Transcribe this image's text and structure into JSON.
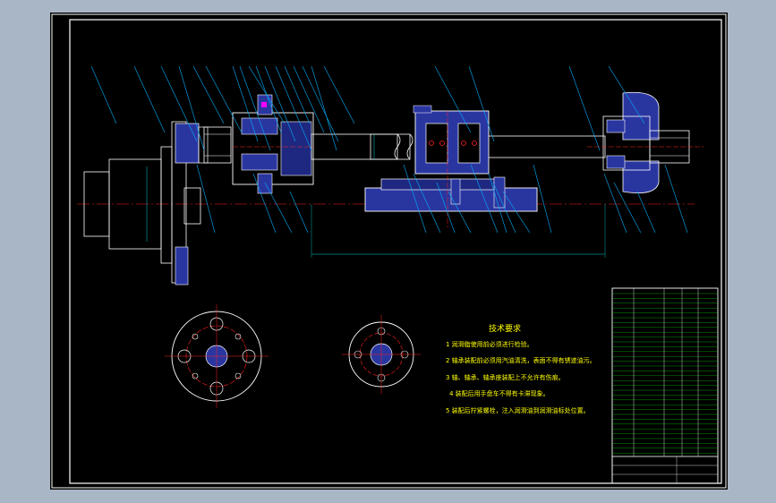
{
  "drawing": {
    "notes_title": "技术要求",
    "notes": [
      "1 润滑脂使用前必须进行检验。",
      "2 轴承装配前必须用汽油清洗，表面不得有锈迹油污。",
      "3 轴、轴承、轴承座装配上不允许有伤痕。",
      "4 装配后用手盘车不得有卡滞现象。",
      "5 装配后拧紧螺栓，注入润滑油到润滑油标处位置。"
    ],
    "colors": {
      "background": "#000000",
      "desktop": "#a9b6c6",
      "frame": "#ffffff",
      "outline": "#ffffff",
      "part_fill": "#2a36a0",
      "centerline": "#ff2020",
      "leader": "#00b0ff",
      "dimension": "#00d0d0",
      "note_text": "#ffff00",
      "table_text": "#00ff00",
      "highlight": "#ff00ff"
    }
  }
}
